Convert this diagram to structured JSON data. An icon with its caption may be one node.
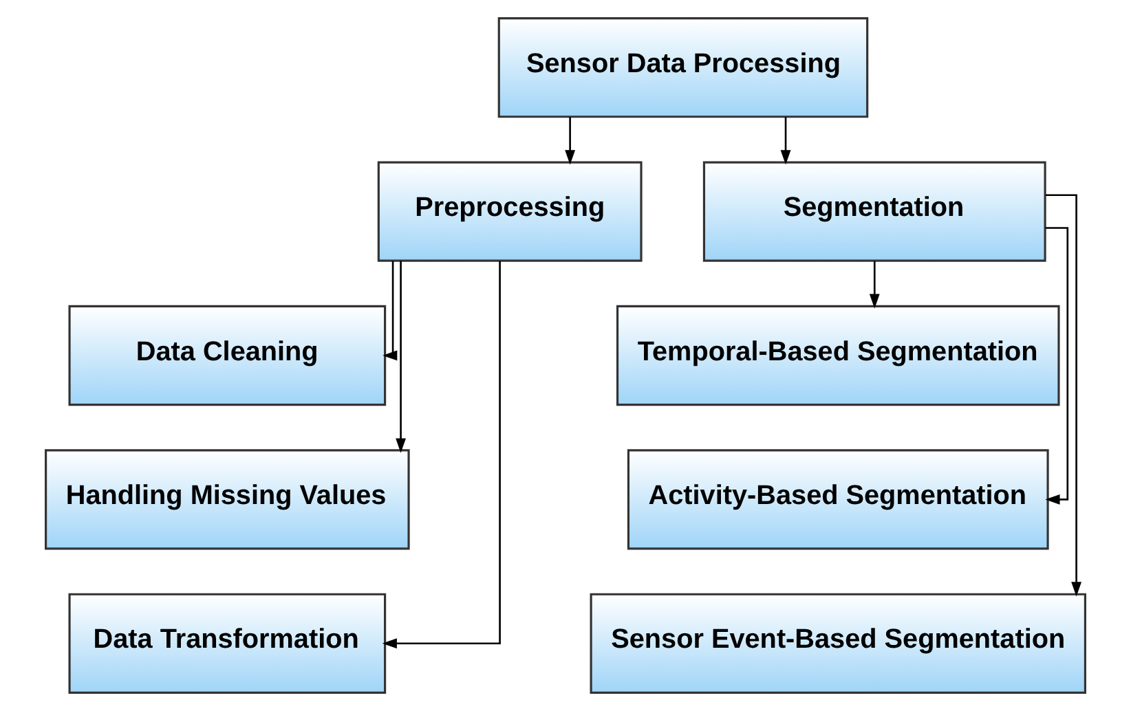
{
  "diagram": {
    "nodes": [
      {
        "text": [
          "Sensor Data Processing"
        ]
      },
      {
        "text": [
          "Preprocessing"
        ]
      },
      {
        "text": [
          "Segmentation"
        ]
      },
      {
        "text": [
          "Data Cleaning"
        ]
      },
      {
        "text": [
          "Handling Missing Values"
        ]
      },
      {
        "text": [
          "Data Transformation"
        ]
      },
      {
        "text": [
          "Temporal-Based Segmentation"
        ]
      },
      {
        "text": [
          "Activity-Based Segmentation"
        ]
      },
      {
        "text": [
          "Sensor Event-Based Segmentation"
        ]
      }
    ],
    "edges": [
      {
        "from": 0,
        "to": 1,
        "arrow": "to"
      },
      {
        "from": 0,
        "to": 2,
        "arrow": "to"
      },
      {
        "from": 1,
        "to": 3,
        "arrow": "to"
      },
      {
        "from": 1,
        "to": 4,
        "arrow": "to"
      },
      {
        "from": 1,
        "to": 5,
        "arrow": "to"
      },
      {
        "from": 2,
        "to": 6,
        "arrow": "to"
      },
      {
        "from": 2,
        "to": 7,
        "arrow": "to"
      },
      {
        "from": 2,
        "to": 8,
        "arrow": "to"
      }
    ]
  }
}
